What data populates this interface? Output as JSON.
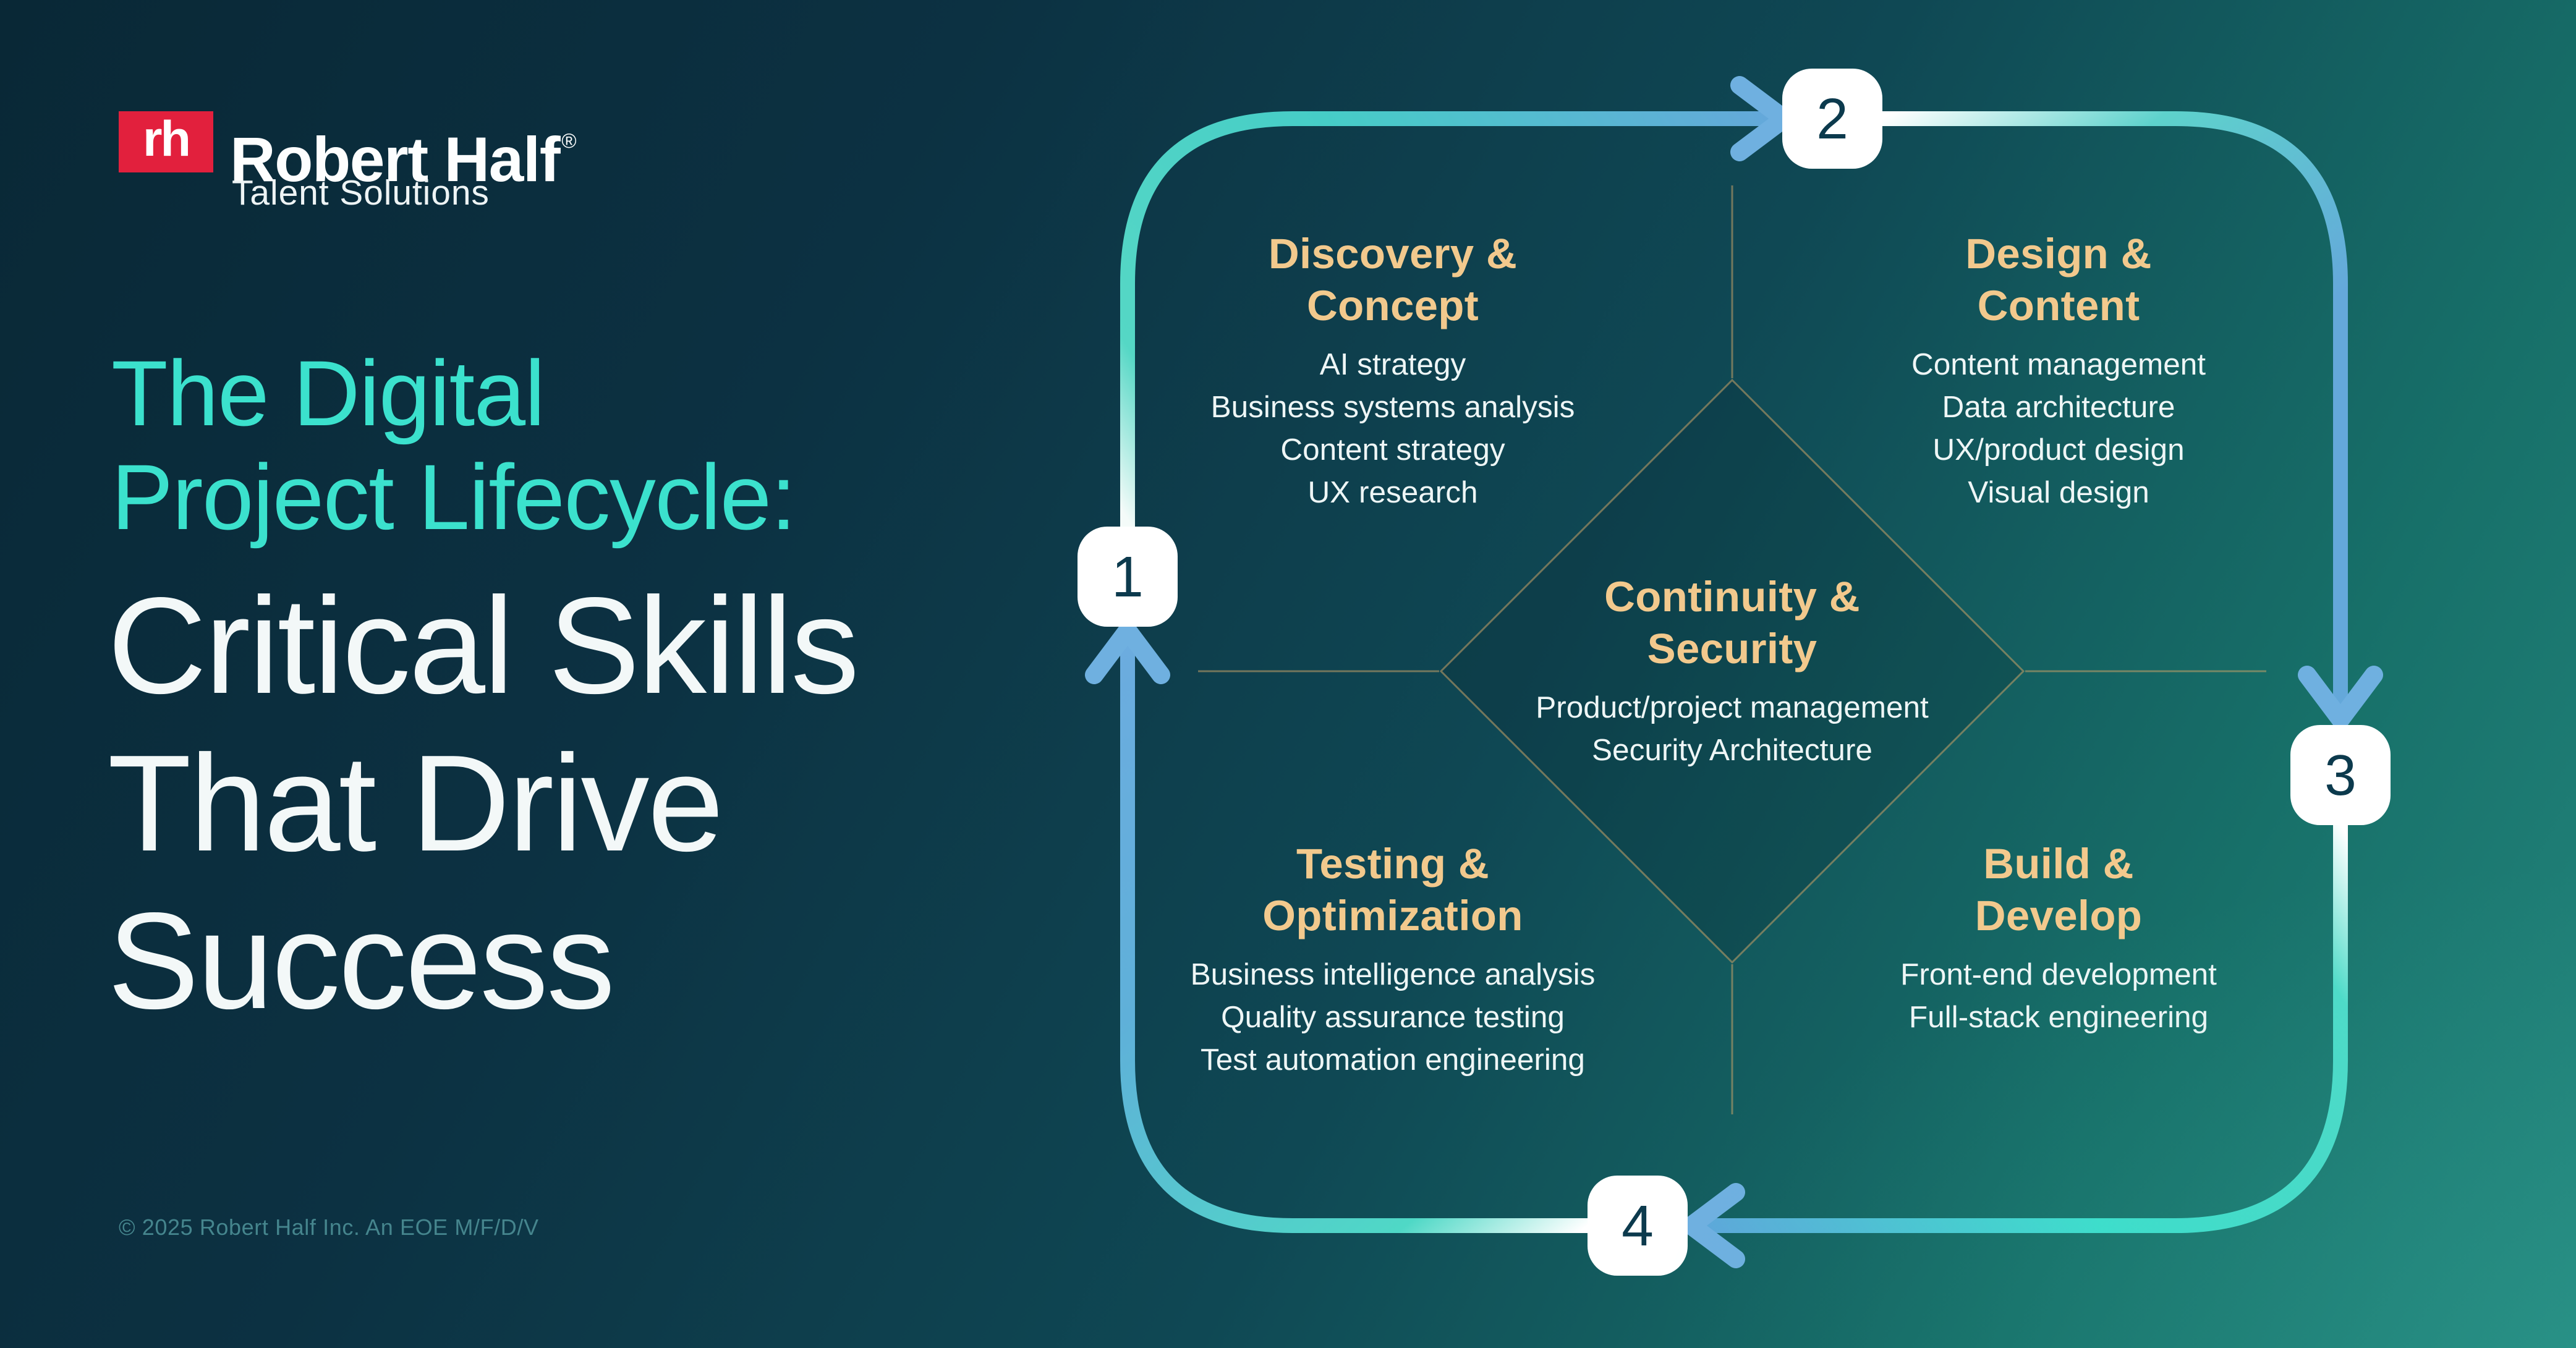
{
  "colors": {
    "background_dark": "#092836",
    "background_light": "#24877e",
    "brand_red": "#e2203d",
    "accent_teal": "#3be1cd",
    "accent_gold": "#f2c98d",
    "text_white": "#f3f8f8",
    "list_white": "#eef6f6",
    "arrow_blue": "#66a9db",
    "arrow_turquoise": "#3ee0ce",
    "badge_number": "#0c3a4d",
    "footer_text": "#45858d",
    "diamond_line": "#c9a268"
  },
  "brand": {
    "mark": "rh",
    "name": "Robert Half",
    "registered": "®",
    "division": "Talent Solutions"
  },
  "headline": {
    "eyebrow": [
      "The Digital",
      "Project Lifecycle:"
    ],
    "title": [
      "Critical Skills",
      "That Drive",
      "Success"
    ]
  },
  "cycle": {
    "badge_labels": [
      "1",
      "2",
      "3",
      "4"
    ],
    "quadrants": [
      {
        "key": "discovery",
        "title": [
          "Discovery &",
          "Concept"
        ],
        "items": [
          "AI strategy",
          "Business systems analysis",
          "Content strategy",
          "UX research"
        ]
      },
      {
        "key": "design",
        "title": [
          "Design &",
          "Content"
        ],
        "items": [
          "Content management",
          "Data architecture",
          "UX/product design",
          "Visual design"
        ]
      },
      {
        "key": "testing",
        "title": [
          "Testing &",
          "Optimization"
        ],
        "items": [
          "Business intelligence analysis",
          "Quality assurance testing",
          "Test automation engineering"
        ]
      },
      {
        "key": "build",
        "title": [
          "Build &",
          "Develop"
        ],
        "items": [
          "Front-end development",
          "Full-stack engineering"
        ]
      }
    ],
    "center": {
      "title": [
        "Continuity &",
        "Security"
      ],
      "items": [
        "Product/project management",
        "Security Architecture"
      ]
    }
  },
  "footer": {
    "text": "© 2025 Robert Half Inc. An EOE M/F/D/V"
  }
}
